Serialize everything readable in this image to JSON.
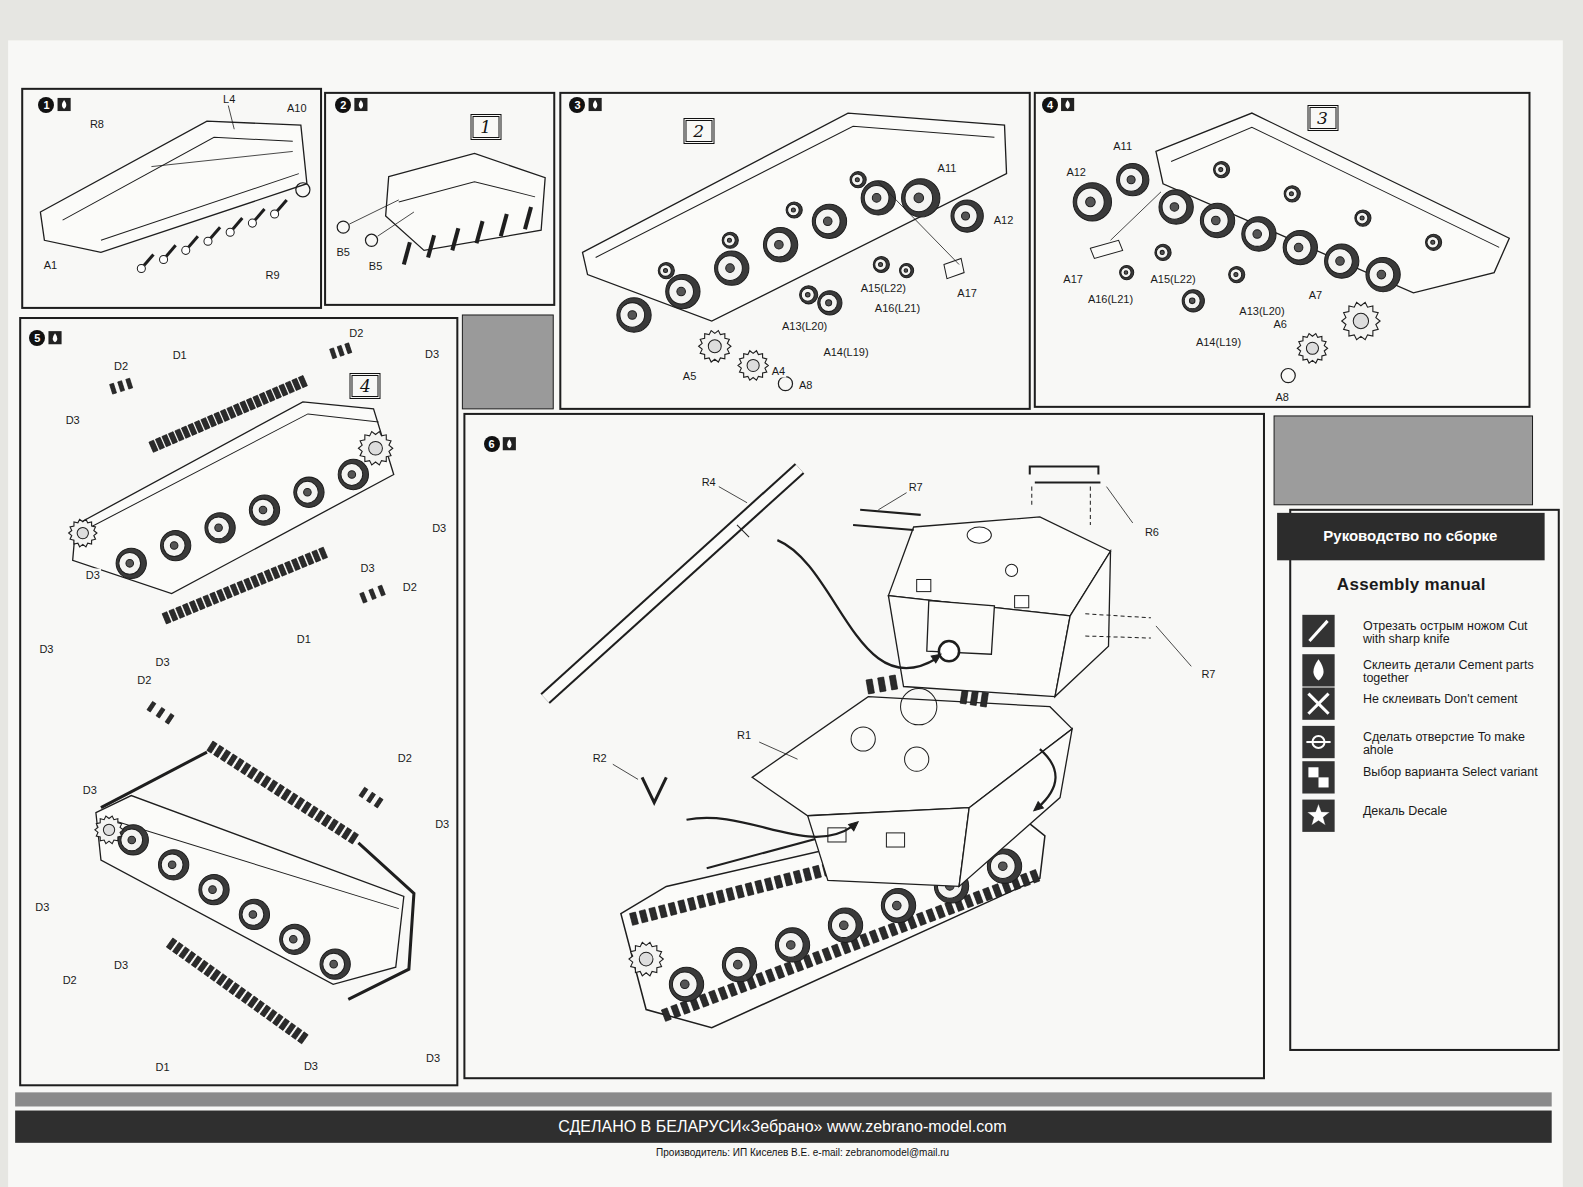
{
  "diagram": {
    "title": "Руководство по сборке",
    "nodes": [
      {
        "text": [
          "1"
        ]
      },
      {
        "text": [
          "2"
        ]
      },
      {
        "text": [
          "3"
        ]
      },
      {
        "text": [
          "4"
        ]
      }
    ],
    "labels": [
      "1",
      "R8",
      "L4",
      "A10",
      "A1",
      "R9",
      "2",
      "B5",
      "B5",
      "3",
      "A11",
      "A12",
      "A15(L22)",
      "A16(L21)",
      "A17",
      "A13(L20)",
      "A14(L19)",
      "A4",
      "A5",
      "A8",
      "4",
      "A12",
      "A11",
      "A17",
      "A16(L21)",
      "A15(L22)",
      "A13(L20)",
      "A14(L19)",
      "A7",
      "A6",
      "A8",
      "5",
      "D2",
      "D1",
      "D3",
      "D2",
      "D3",
      "D3",
      "D3",
      "D3",
      "D2",
      "D3",
      "D3",
      "D1",
      "D2",
      "D3",
      "D2",
      "D3",
      "D3",
      "D2",
      "D3",
      "D1",
      "D3",
      "D3",
      "6",
      "R4",
      "R7",
      "R6",
      "R7",
      "R1",
      "R2",
      "Assembly manual",
      "СДЕЛАНО В БЕЛАРУСИ«Зебрано» www.zebrano-model.com",
      "Производитель: ИП Киселев В.Е. e-mail: zebranomodel@mail.ru"
    ],
    "legend": [
      {
        "text": "Отрезать острым ножом Cut with sharp knife"
      },
      {
        "text": "Склеить детали Cement parts together"
      },
      {
        "text": "Не склеивать Don't cement"
      },
      {
        "text": "Сделать отверстие To make ahole"
      },
      {
        "text": "Выбор варианта Select variant"
      },
      {
        "text": "Декаль Decale"
      }
    ]
  }
}
